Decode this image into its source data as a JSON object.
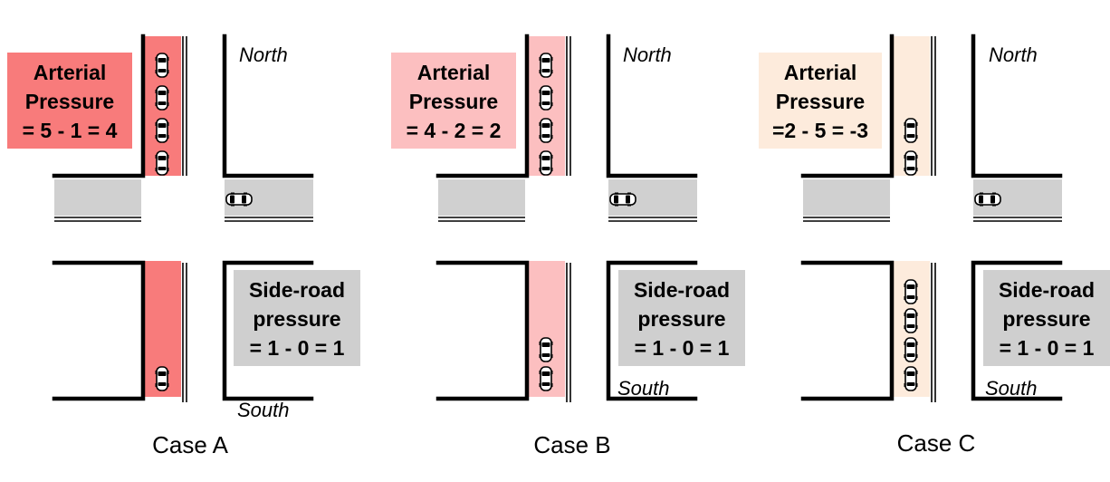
{
  "colors": {
    "road_gray": "#d0d0d0",
    "box_gray": "#cfcfcf",
    "case_a_fill": "#f87b7b",
    "case_b_fill": "#fcbfc0",
    "case_c_fill": "#fdebdc"
  },
  "cases": [
    {
      "label": "Case A",
      "arterial_lines": [
        "Arterial",
        "Pressure",
        "= 5 - 1 = 4"
      ],
      "side_lines": [
        "Side-road",
        "pressure",
        "= 1 - 0 = 1"
      ],
      "north": "North",
      "south": "South",
      "north_queue_cars": 4,
      "south_queue_cars": 1,
      "side_cars": 1,
      "color_key": "case_a_fill"
    },
    {
      "label": "Case B",
      "arterial_lines": [
        "Arterial",
        "Pressure",
        "= 4 - 2 = 2"
      ],
      "side_lines": [
        "Side-road",
        "pressure",
        "= 1 - 0 = 1"
      ],
      "north": "North",
      "south": "South",
      "north_queue_cars": 4,
      "south_queue_cars": 2,
      "side_cars": 1,
      "color_key": "case_b_fill"
    },
    {
      "label": "Case C",
      "arterial_lines": [
        "Arterial",
        "Pressure",
        "=2 - 5 = -3"
      ],
      "side_lines": [
        "Side-road",
        "pressure",
        "= 1 - 0 = 1"
      ],
      "north": "North",
      "south": "South",
      "north_queue_cars": 2,
      "south_queue_cars": 4,
      "side_cars": 1,
      "color_key": "case_c_fill"
    }
  ]
}
